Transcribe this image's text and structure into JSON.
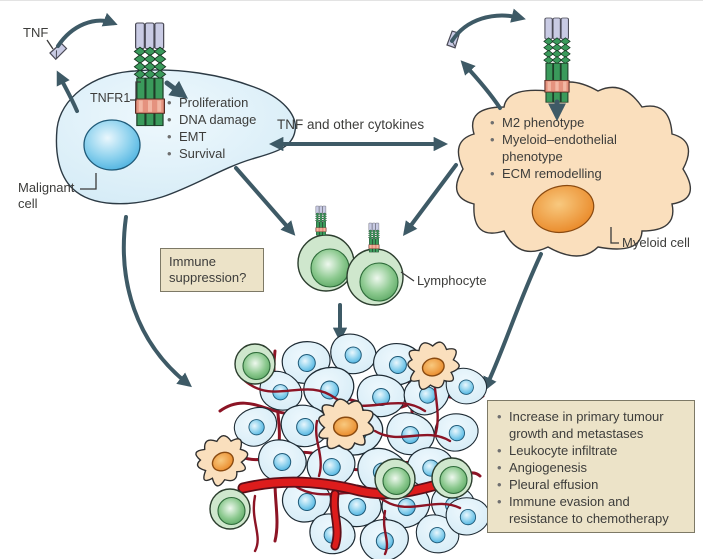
{
  "labels": {
    "tnf": "TNF",
    "tnfr1": "TNFR1",
    "malignant_cell": "Malignant cell",
    "cytokines": "TNF and other cytokines",
    "lymphocyte": "Lymphocyte",
    "myeloid_cell": "Myeloid cell",
    "immune_suppression": "Immune suppression?"
  },
  "malignant_effects": [
    "Proliferation",
    "DNA damage",
    "EMT",
    "Survival"
  ],
  "myeloid_effects": [
    "M2 phenotype",
    "Myeloid–endothelial phenotype",
    "ECM remodelling"
  ],
  "tumour_outcomes": [
    "Increase in primary tumour growth and metastases",
    "Leukocyte infiltrate",
    "Angiogenesis",
    "Pleural effusion",
    "Immune evasion and resistance to chemotherapy"
  ],
  "colors": {
    "arrow": "#3e5a66",
    "text": "#3d3d3b",
    "malignant_cell": "#d4ebf6",
    "malignant_nucleus": "#45aede",
    "myeloid_cell": "#fadfbd",
    "myeloid_nucleus": "#e8821f",
    "lymphocyte_outer": "#cfe7cd",
    "lymphocyte_inner": "#4f9f59",
    "receptor_green": "#3a9a5b",
    "receptor_pink": "#e5927e",
    "ligand_lavender": "#c9cbe4",
    "vessel_dark_red": "#8c1425",
    "vessel_bright_red": "#dd1c1c",
    "note_box_fill": "#ece3c8",
    "note_box_border": "#7d7966"
  }
}
